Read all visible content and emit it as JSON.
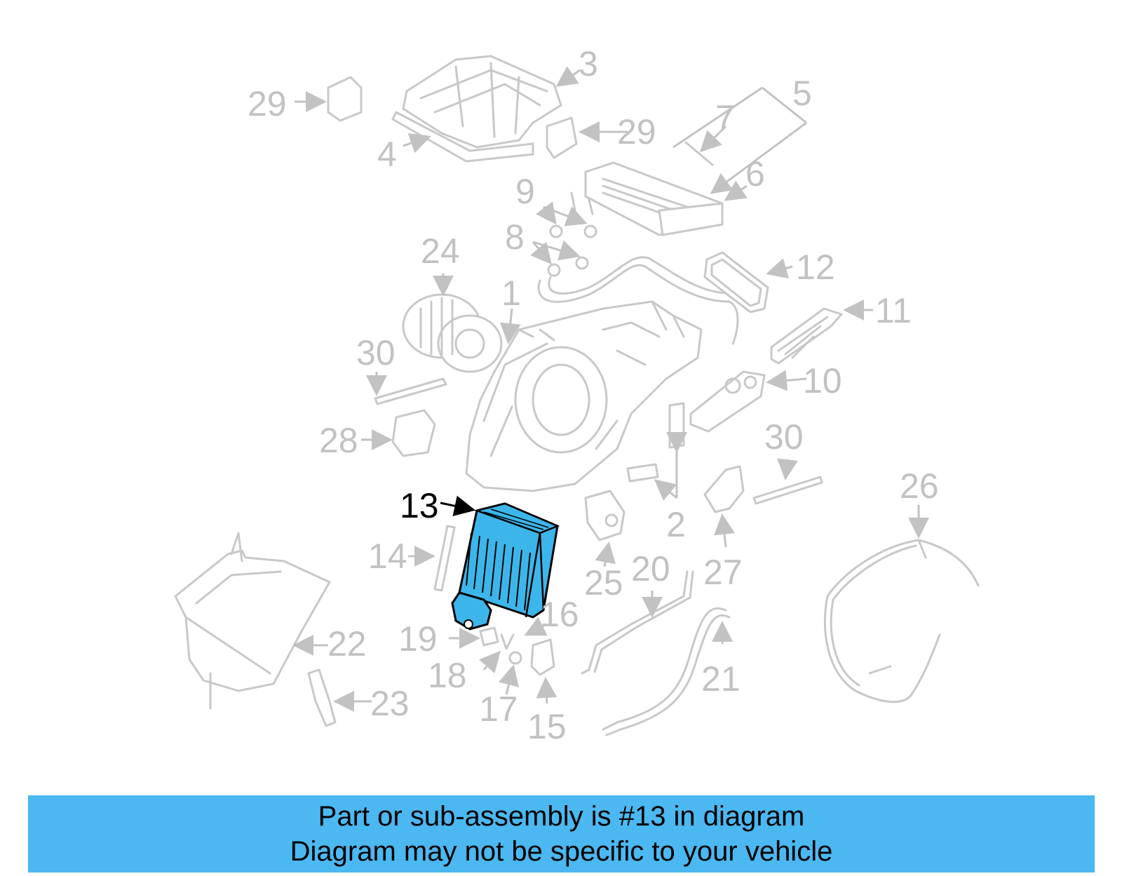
{
  "highlight": {
    "color": "#3cb6ea",
    "part_number": "13"
  },
  "callouts": [
    "1",
    "2",
    "3",
    "4",
    "5",
    "6",
    "7",
    "8",
    "9",
    "10",
    "11",
    "12",
    "13",
    "14",
    "15",
    "16",
    "17",
    "18",
    "19",
    "20",
    "21",
    "22",
    "23",
    "24",
    "25",
    "26",
    "27",
    "28",
    "29",
    "29",
    "30",
    "30"
  ],
  "banner": {
    "line1": "Part or sub-assembly is #13 in diagram",
    "line2": "Diagram may not be specific to your vehicle",
    "color": "#4bb8f1"
  }
}
